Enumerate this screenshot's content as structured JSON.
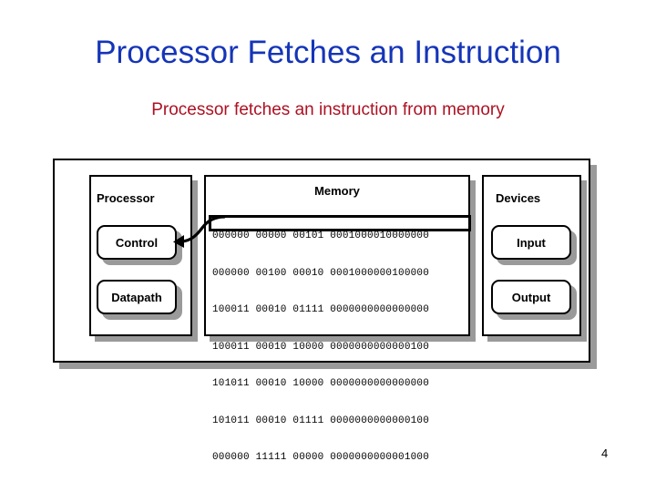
{
  "slide": {
    "title": "Processor Fetches an Instruction",
    "subtitle": "Processor fetches an instruction from memory",
    "page_number": "4",
    "title_color": "#1535b8",
    "subtitle_color": "#ad1122"
  },
  "diagram": {
    "processor": {
      "title": "Processor",
      "boxes": [
        {
          "label": "Control"
        },
        {
          "label": "Datapath"
        }
      ]
    },
    "memory": {
      "title": "Memory",
      "highlighted_row_index": 1,
      "rows": [
        "000000 00000 00101 0001000010000000",
        "000000 00100 00010 0001000000100000",
        "100011 00010 01111 0000000000000000",
        "100011 00010 10000 0000000000000100",
        "101011 00010 10000 0000000000000000",
        "101011 00010 01111 0000000000000100",
        "000000 11111 00000 0000000000001000"
      ]
    },
    "devices": {
      "title": "Devices",
      "boxes": [
        {
          "label": "Input"
        },
        {
          "label": "Output"
        }
      ]
    },
    "arrow": {
      "name": "instruction-fetch-arrow"
    }
  }
}
